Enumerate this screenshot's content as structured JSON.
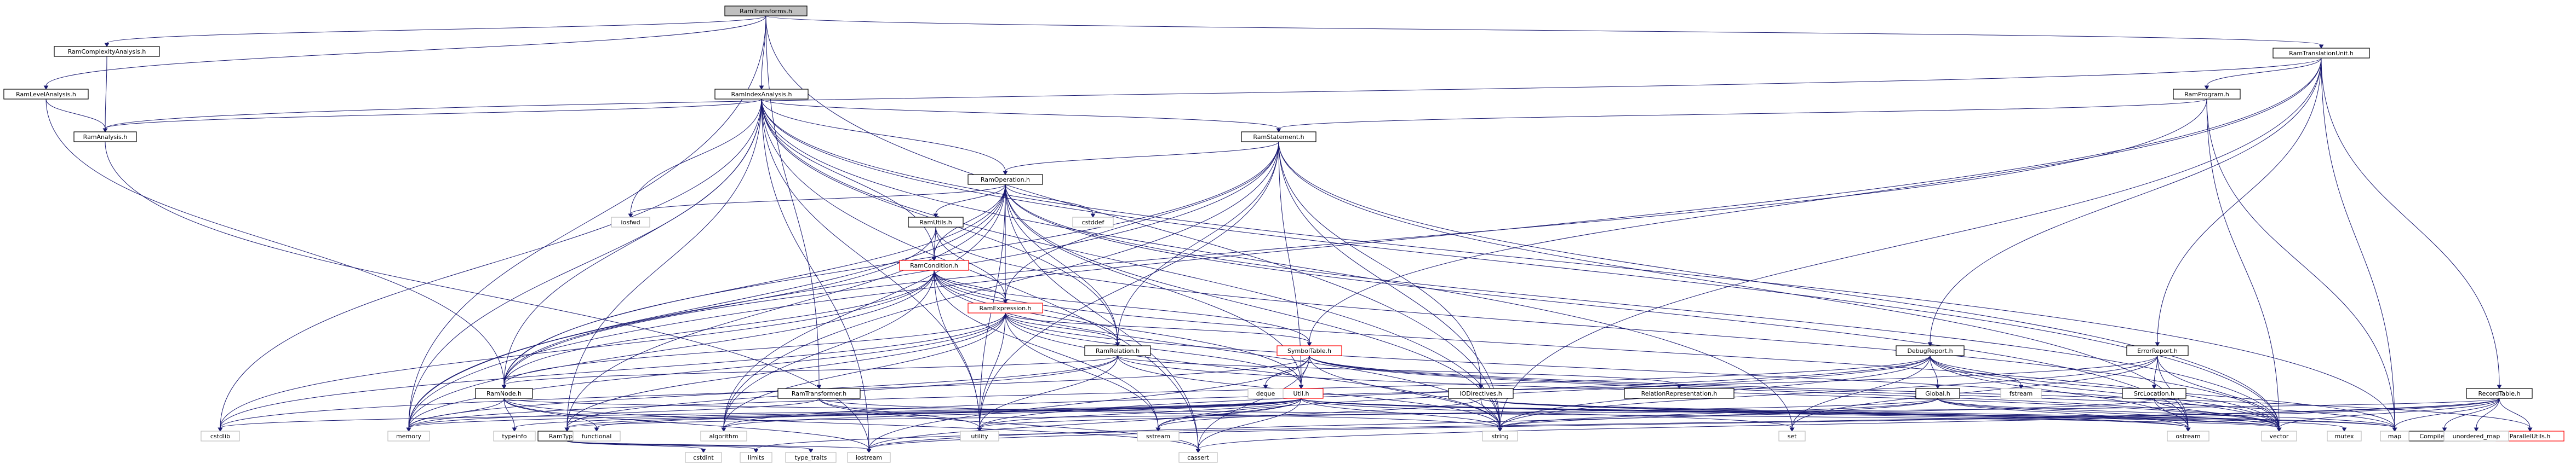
{
  "graph": {
    "nodes": [
      {
        "id": "RamTransforms",
        "label": "RamTransforms.h",
        "style": "root"
      },
      {
        "id": "RamComplexity",
        "label": "RamComplexityAnalysis.h",
        "style": "normal"
      },
      {
        "id": "RamLevel",
        "label": "RamLevelAnalysis.h",
        "style": "normal"
      },
      {
        "id": "RamAnalysis",
        "label": "RamAnalysis.h",
        "style": "normal"
      },
      {
        "id": "RamIndex",
        "label": "RamIndexAnalysis.h",
        "style": "normal"
      },
      {
        "id": "RamTU",
        "label": "RamTranslationUnit.h",
        "style": "normal"
      },
      {
        "id": "RamProgram",
        "label": "RamProgram.h",
        "style": "normal"
      },
      {
        "id": "RamStatement",
        "label": "RamStatement.h",
        "style": "normal"
      },
      {
        "id": "RamOperation",
        "label": "RamOperation.h",
        "style": "normal"
      },
      {
        "id": "RamUtils",
        "label": "RamUtils.h",
        "style": "normal"
      },
      {
        "id": "RamCondition",
        "label": "RamCondition.h",
        "style": "red"
      },
      {
        "id": "RamExpression",
        "label": "RamExpression.h",
        "style": "red"
      },
      {
        "id": "RamRelation",
        "label": "RamRelation.h",
        "style": "normal"
      },
      {
        "id": "SymbolTable",
        "label": "SymbolTable.h",
        "style": "red"
      },
      {
        "id": "RamNode",
        "label": "RamNode.h",
        "style": "normal"
      },
      {
        "id": "RamTransformer",
        "label": "RamTransformer.h",
        "style": "normal"
      },
      {
        "id": "Util",
        "label": "Util.h",
        "style": "red"
      },
      {
        "id": "RamTypes",
        "label": "RamTypes.h",
        "style": "normal"
      },
      {
        "id": "IODirectives",
        "label": "IODirectives.h",
        "style": "normal"
      },
      {
        "id": "RelationRep",
        "label": "RelationRepresentation.h",
        "style": "normal"
      },
      {
        "id": "DebugReport",
        "label": "DebugReport.h",
        "style": "normal"
      },
      {
        "id": "Global",
        "label": "Global.h",
        "style": "normal"
      },
      {
        "id": "ErrorReport",
        "label": "ErrorReport.h",
        "style": "normal"
      },
      {
        "id": "SrcLocation",
        "label": "SrcLocation.h",
        "style": "normal"
      },
      {
        "id": "RecordTable",
        "label": "RecordTable.h",
        "style": "normal"
      },
      {
        "id": "CompiledTuple",
        "label": "CompiledTuple.h",
        "style": "normal"
      },
      {
        "id": "ParallelUtils",
        "label": "ParallelUtils.h",
        "style": "red"
      },
      {
        "id": "iosfwd",
        "label": "iosfwd",
        "style": "plain"
      },
      {
        "id": "cstddef",
        "label": "cstddef",
        "style": "plain"
      },
      {
        "id": "deque",
        "label": "deque",
        "style": "plain"
      },
      {
        "id": "fstream",
        "label": "fstream",
        "style": "plain"
      },
      {
        "id": "cstdlib",
        "label": "cstdlib",
        "style": "plain"
      },
      {
        "id": "memory",
        "label": "memory",
        "style": "plain"
      },
      {
        "id": "typeinfo",
        "label": "typeinfo",
        "style": "plain"
      },
      {
        "id": "functional",
        "label": "functional",
        "style": "plain"
      },
      {
        "id": "algorithm",
        "label": "algorithm",
        "style": "plain"
      },
      {
        "id": "utility",
        "label": "utility",
        "style": "plain"
      },
      {
        "id": "sstream",
        "label": "sstream",
        "style": "plain"
      },
      {
        "id": "string",
        "label": "string",
        "style": "plain"
      },
      {
        "id": "set",
        "label": "set",
        "style": "plain"
      },
      {
        "id": "ostream",
        "label": "ostream",
        "style": "plain"
      },
      {
        "id": "vector",
        "label": "vector",
        "style": "plain"
      },
      {
        "id": "mutex",
        "label": "mutex",
        "style": "plain"
      },
      {
        "id": "map",
        "label": "map",
        "style": "plain"
      },
      {
        "id": "unordered_map",
        "label": "unordered_map",
        "style": "plain"
      },
      {
        "id": "cstdint",
        "label": "cstdint",
        "style": "plain"
      },
      {
        "id": "limits",
        "label": "limits",
        "style": "plain"
      },
      {
        "id": "type_traits",
        "label": "type_traits",
        "style": "plain"
      },
      {
        "id": "iostream",
        "label": "iostream",
        "style": "plain"
      },
      {
        "id": "cassert",
        "label": "cassert",
        "style": "plain"
      }
    ],
    "edges": [
      [
        "RamTransforms",
        "RamComplexity"
      ],
      [
        "RamTransforms",
        "RamLevel"
      ],
      [
        "RamTransforms",
        "RamIndex"
      ],
      [
        "RamTransforms",
        "RamTU"
      ],
      [
        "RamTransforms",
        "memory"
      ],
      [
        "RamTransforms",
        "string"
      ],
      [
        "RamTransforms",
        "RamTransformer"
      ],
      [
        "RamComplexity",
        "RamAnalysis"
      ],
      [
        "RamLevel",
        "RamAnalysis"
      ],
      [
        "RamLevel",
        "RamNode"
      ],
      [
        "RamAnalysis",
        "iostream"
      ],
      [
        "RamIndex",
        "RamAnalysis"
      ],
      [
        "RamIndex",
        "RamStatement"
      ],
      [
        "RamIndex",
        "RamOperation"
      ],
      [
        "RamIndex",
        "RamRelation"
      ],
      [
        "RamIndex",
        "RamCondition"
      ],
      [
        "RamIndex",
        "iosfwd"
      ],
      [
        "RamIndex",
        "cstdlib"
      ],
      [
        "RamIndex",
        "memory"
      ],
      [
        "RamIndex",
        "utility"
      ],
      [
        "RamIndex",
        "set"
      ],
      [
        "RamIndex",
        "map"
      ],
      [
        "RamIndex",
        "vector"
      ],
      [
        "RamIndex",
        "string"
      ],
      [
        "RamIndex",
        "cassert"
      ],
      [
        "RamIndex",
        "iostream"
      ],
      [
        "RamIndex",
        "RamNode"
      ],
      [
        "RamIndex",
        "RamTypes"
      ],
      [
        "RamTU",
        "RamProgram"
      ],
      [
        "RamTU",
        "RamAnalysis"
      ],
      [
        "RamTU",
        "DebugReport"
      ],
      [
        "RamTU",
        "ErrorReport"
      ],
      [
        "RamTU",
        "SymbolTable"
      ],
      [
        "RamTU",
        "RecordTable"
      ],
      [
        "RamTU",
        "map"
      ],
      [
        "RamTU",
        "string"
      ],
      [
        "RamTU",
        "memory"
      ],
      [
        "RamProgram",
        "RamStatement"
      ],
      [
        "RamProgram",
        "RamNode"
      ],
      [
        "RamProgram",
        "map"
      ],
      [
        "RamProgram",
        "vector"
      ],
      [
        "RamStatement",
        "RamOperation"
      ],
      [
        "RamStatement",
        "RamRelation"
      ],
      [
        "RamStatement",
        "RamExpression"
      ],
      [
        "RamStatement",
        "IODirectives"
      ],
      [
        "RamStatement",
        "RamNode"
      ],
      [
        "RamStatement",
        "Util"
      ],
      [
        "RamStatement",
        "algorithm"
      ],
      [
        "RamStatement",
        "memory"
      ],
      [
        "RamStatement",
        "ostream"
      ],
      [
        "RamStatement",
        "string"
      ],
      [
        "RamStatement",
        "utility"
      ],
      [
        "RamStatement",
        "vector"
      ],
      [
        "RamOperation",
        "RamUtils"
      ],
      [
        "RamOperation",
        "RamCondition"
      ],
      [
        "RamOperation",
        "RamExpression"
      ],
      [
        "RamOperation",
        "RamRelation"
      ],
      [
        "RamOperation",
        "RamNode"
      ],
      [
        "RamOperation",
        "Util"
      ],
      [
        "RamOperation",
        "iosfwd"
      ],
      [
        "RamOperation",
        "cstddef"
      ],
      [
        "RamOperation",
        "algorithm"
      ],
      [
        "RamOperation",
        "memory"
      ],
      [
        "RamOperation",
        "ostream"
      ],
      [
        "RamOperation",
        "string"
      ],
      [
        "RamOperation",
        "utility"
      ],
      [
        "RamOperation",
        "vector"
      ],
      [
        "RamOperation",
        "cassert"
      ],
      [
        "RamOperation",
        "RamTypes"
      ],
      [
        "RamUtils",
        "RamCondition"
      ],
      [
        "RamUtils",
        "RamExpression"
      ],
      [
        "RamUtils",
        "RamNode"
      ],
      [
        "RamUtils",
        "vector"
      ],
      [
        "RamCondition",
        "RamExpression"
      ],
      [
        "RamCondition",
        "RamRelation"
      ],
      [
        "RamCondition",
        "RamNode"
      ],
      [
        "RamCondition",
        "SymbolTable"
      ],
      [
        "RamCondition",
        "Util"
      ],
      [
        "RamCondition",
        "memory"
      ],
      [
        "RamCondition",
        "sstream"
      ],
      [
        "RamCondition",
        "string"
      ],
      [
        "RamCondition",
        "utility"
      ],
      [
        "RamCondition",
        "vector"
      ],
      [
        "RamCondition",
        "algorithm"
      ],
      [
        "RamCondition",
        "cstdlib"
      ],
      [
        "RamExpression",
        "RamRelation"
      ],
      [
        "RamExpression",
        "RamNode"
      ],
      [
        "RamExpression",
        "SymbolTable"
      ],
      [
        "RamExpression",
        "Util"
      ],
      [
        "RamExpression",
        "RamTypes"
      ],
      [
        "RamExpression",
        "algorithm"
      ],
      [
        "RamExpression",
        "cstdlib"
      ],
      [
        "RamExpression",
        "memory"
      ],
      [
        "RamExpression",
        "sstream"
      ],
      [
        "RamExpression",
        "string"
      ],
      [
        "RamExpression",
        "utility"
      ],
      [
        "RamExpression",
        "vector"
      ],
      [
        "RamRelation",
        "RamNode"
      ],
      [
        "RamRelation",
        "RelationRep"
      ],
      [
        "RamRelation",
        "RamTypes"
      ],
      [
        "RamRelation",
        "memory"
      ],
      [
        "RamRelation",
        "string"
      ],
      [
        "RamRelation",
        "utility"
      ],
      [
        "RamRelation",
        "vector"
      ],
      [
        "SymbolTable",
        "Util"
      ],
      [
        "SymbolTable",
        "deque"
      ],
      [
        "SymbolTable",
        "ParallelUtils"
      ],
      [
        "SymbolTable",
        "cassert"
      ],
      [
        "SymbolTable",
        "cstdlib"
      ],
      [
        "SymbolTable",
        "map"
      ],
      [
        "SymbolTable",
        "string"
      ],
      [
        "SymbolTable",
        "iostream"
      ],
      [
        "SymbolTable",
        "vector"
      ],
      [
        "RamNode",
        "typeinfo"
      ],
      [
        "RamNode",
        "functional"
      ],
      [
        "RamNode",
        "memory"
      ],
      [
        "RamNode",
        "vector"
      ],
      [
        "RamNode",
        "cassert"
      ],
      [
        "RamNode",
        "iostream"
      ],
      [
        "RamTransformer",
        "memory"
      ],
      [
        "RamTransformer",
        "string"
      ],
      [
        "RamTransformer",
        "utility"
      ],
      [
        "RamTransformer",
        "cassert"
      ],
      [
        "Util",
        "RamTypes"
      ],
      [
        "Util",
        "algorithm"
      ],
      [
        "Util",
        "cassert"
      ],
      [
        "Util",
        "cstdlib"
      ],
      [
        "Util",
        "functional"
      ],
      [
        "Util",
        "iostream"
      ],
      [
        "Util",
        "map"
      ],
      [
        "Util",
        "memory"
      ],
      [
        "Util",
        "ostream"
      ],
      [
        "Util",
        "set"
      ],
      [
        "Util",
        "sstream"
      ],
      [
        "Util",
        "string"
      ],
      [
        "Util",
        "utility"
      ],
      [
        "Util",
        "vector"
      ],
      [
        "Util",
        "mutex"
      ],
      [
        "Util",
        "typeinfo"
      ],
      [
        "RamTypes",
        "cstdint"
      ],
      [
        "RamTypes",
        "limits"
      ],
      [
        "RamTypes",
        "type_traits"
      ],
      [
        "RamTypes",
        "iostream"
      ],
      [
        "IODirectives",
        "map"
      ],
      [
        "IODirectives",
        "ostream"
      ],
      [
        "IODirectives",
        "sstream"
      ],
      [
        "IODirectives",
        "string"
      ],
      [
        "IODirectives",
        "vector"
      ],
      [
        "DebugReport",
        "Global"
      ],
      [
        "DebugReport",
        "fstream"
      ],
      [
        "DebugReport",
        "ostream"
      ],
      [
        "DebugReport",
        "set"
      ],
      [
        "DebugReport",
        "sstream"
      ],
      [
        "DebugReport",
        "string"
      ],
      [
        "DebugReport",
        "vector"
      ],
      [
        "DebugReport",
        "utility"
      ],
      [
        "DebugReport",
        "map"
      ],
      [
        "DebugReport",
        "memory"
      ],
      [
        "Global",
        "map"
      ],
      [
        "Global",
        "string"
      ],
      [
        "Global",
        "vector"
      ],
      [
        "Global",
        "iostream"
      ],
      [
        "Global",
        "ostream"
      ],
      [
        "Global",
        "utility"
      ],
      [
        "ErrorReport",
        "SrcLocation"
      ],
      [
        "ErrorReport",
        "algorithm"
      ],
      [
        "ErrorReport",
        "ostream"
      ],
      [
        "ErrorReport",
        "set"
      ],
      [
        "ErrorReport",
        "string"
      ],
      [
        "ErrorReport",
        "vector"
      ],
      [
        "SrcLocation",
        "ostream"
      ],
      [
        "SrcLocation",
        "string"
      ],
      [
        "SrcLocation",
        "vector"
      ],
      [
        "RecordTable",
        "CompiledTuple"
      ],
      [
        "RecordTable",
        "ParallelUtils"
      ],
      [
        "RecordTable",
        "RamTypes"
      ],
      [
        "RecordTable",
        "cassert"
      ],
      [
        "RecordTable",
        "iostream"
      ],
      [
        "RecordTable",
        "map"
      ],
      [
        "RecordTable",
        "unordered_map"
      ],
      [
        "RecordTable",
        "vector"
      ],
      [
        "RecordTable",
        "limits"
      ]
    ]
  }
}
